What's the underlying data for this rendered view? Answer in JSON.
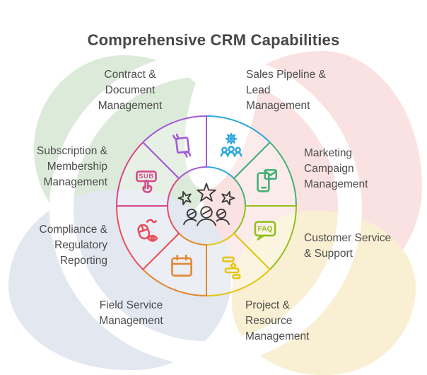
{
  "title": "Comprehensive CRM Capabilities",
  "text_color": "#4d4d4d",
  "center_icon": {
    "name": "stars-team-icon",
    "color": "#3b3b3b"
  },
  "segments": [
    {
      "id": "sales-pipeline",
      "label": "Sales Pipeline &\nLead\nManagement",
      "color": "#2fa7da",
      "icon": "gear-team-icon"
    },
    {
      "id": "marketing-campaign",
      "label": "Marketing\nCampaign\nManagement",
      "color": "#45b078",
      "icon": "phone-mail-icon"
    },
    {
      "id": "customer-service",
      "label": "Customer Service\n& Support",
      "color": "#93c021",
      "icon": "faq-bubble-icon",
      "badge_text": "FAQ"
    },
    {
      "id": "project-resource",
      "label": "Project &\nResource\nManagement",
      "color": "#e6c515",
      "icon": "gantt-chart-icon"
    },
    {
      "id": "field-service",
      "label": "Field Service\nManagement",
      "color": "#e2872f",
      "icon": "calendar-icon"
    },
    {
      "id": "compliance-reporting",
      "label": "Compliance &\nRegulatory\nReporting",
      "color": "#e8505e",
      "icon": "mouse-eye-icon"
    },
    {
      "id": "subscription-membership",
      "label": "Subscription &\nMembership\nManagement",
      "color": "#d6478d",
      "icon": "sub-button-icon",
      "badge_text": "SUB"
    },
    {
      "id": "contract-document",
      "label": "Contract &\nDocument\nManagement",
      "color": "#a25ad8",
      "icon": "document-hands-icon"
    }
  ],
  "background_colors": {
    "green": "#dcead9",
    "pink": "#f9e2e1",
    "blue": "#e2e7f0",
    "yellow": "#f9efd2"
  }
}
